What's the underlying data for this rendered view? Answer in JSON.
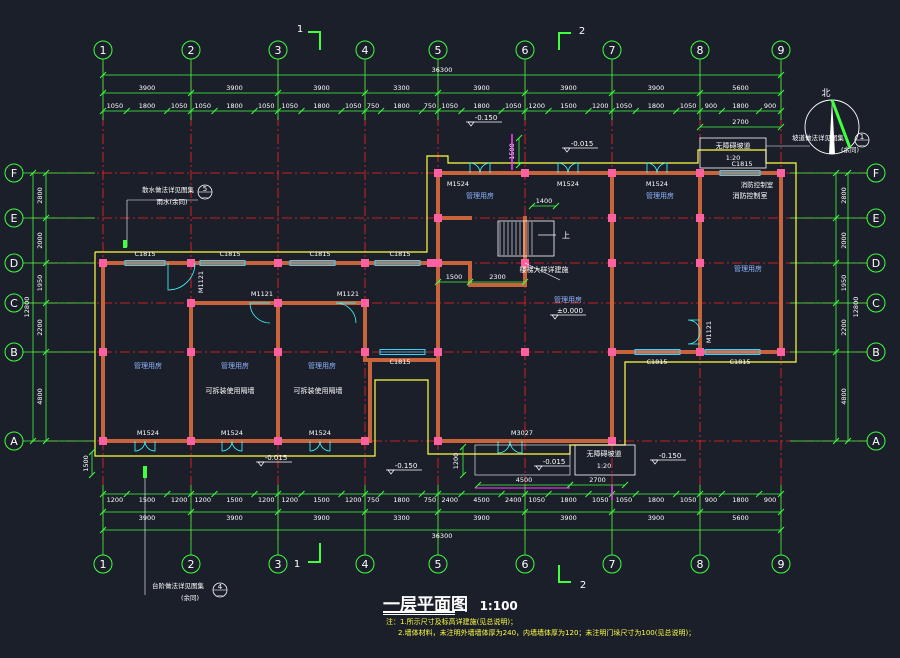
{
  "axes_top": [
    "1",
    "2",
    "3",
    "4",
    "5",
    "6",
    "7",
    "8",
    "9"
  ],
  "axes_left": [
    "F",
    "E",
    "D",
    "C",
    "B",
    "A"
  ],
  "dims": {
    "top_total": "36300",
    "top_mid": [
      "3900",
      "3900",
      "3900",
      "3300",
      "3900",
      "3900",
      "3900",
      "5600"
    ],
    "top_small": [
      "1050",
      "1800",
      "1050",
      "1050",
      "1800",
      "1050",
      "1050",
      "1800",
      "1050",
      "750",
      "1800",
      "750",
      "1050",
      "1800",
      "1050",
      "1200",
      "1500",
      "1200",
      "1050",
      "1800",
      "1050",
      "900",
      "1800",
      "900"
    ],
    "bottom_small": [
      "1200",
      "1500",
      "1200",
      "1200",
      "1500",
      "1200",
      "1200",
      "1500",
      "1200",
      "750",
      "1800",
      "750",
      "2400",
      "4500",
      "2400",
      "1050",
      "1800",
      "1050",
      "1050",
      "1800",
      "1050",
      "900",
      "1800",
      "900"
    ],
    "bottom_mid": [
      "3900",
      "3900",
      "3900",
      "3300",
      "3900",
      "3900",
      "3900",
      "5600"
    ],
    "bottom_total": "36300",
    "left_mid": [
      "2800",
      "2000",
      "1950",
      "2200",
      "4800"
    ],
    "left_total": "12800",
    "right_mid": [
      "2800",
      "2000",
      "1950",
      "2200",
      "4800"
    ],
    "right_total": "12800",
    "inner": [
      "2700",
      "1500",
      "1400",
      "1500",
      "2300",
      "1200",
      "2700"
    ],
    "misc": [
      "1500"
    ]
  },
  "doors": [
    "M1524",
    "M1524",
    "M1524",
    "M1524",
    "M1524",
    "M1524",
    "M1121",
    "M1121",
    "M1121",
    "M1121",
    "M3027"
  ],
  "windows": [
    "C1815",
    "C1815",
    "C1815",
    "C1815",
    "C1815",
    "C1815",
    "C1815",
    "C1815"
  ],
  "rooms": [
    "管理用房",
    "管理用房",
    "管理用房",
    "管理用房",
    "管理用房",
    "管理用房",
    "管理用房",
    "消防控制室"
  ],
  "partitions": [
    "可拆装使用隔墙",
    "可拆装使用隔墙"
  ],
  "levels": [
    "-0.150",
    "-0.150",
    "-0.150",
    "-0.015",
    "-0.015",
    "-0.015",
    "±0.000"
  ],
  "labels": {
    "stair": "楼梯大样详建施",
    "up": "上",
    "ramp_top": "无障碍坡道",
    "ramp_top_scale": "1:20",
    "ramp_bottom": "无障碍坡道",
    "ramp_bottom_scale": "1:20",
    "north": "北",
    "north_ref": "1",
    "note_se": "坡道做法详见图集",
    "see_ref": "(余同)",
    "downpipe": "散水做法详见图集",
    "downpipe_2": "雨水(余同)",
    "bottom_detail": "台阶做法详见图集",
    "bottom_detail_ref": "(余同)",
    "ref_num_left": "5",
    "ref_num_bottom": "4",
    "c1815_ramp": "C1815",
    "sec_top_1": "1",
    "sec_top_2": "2",
    "sec_bot_1": "1",
    "sec_bot_2": "2"
  },
  "title": {
    "main": "一层平面图",
    "scale": "1:100"
  },
  "notes": [
    "注：1.所示尺寸及标高详建施(见总说明)；",
    "2.墙体材料，未注明外墙墙体厚为240，内墙墙体厚为120；未注明门垛尺寸为100(见总说明)；"
  ],
  "colors": {
    "background": "#1b1f2a",
    "axis": "#3fff3f",
    "grid": "#ff2020",
    "wall": "#c8643c",
    "outline": "#ffff40",
    "window": "#40d0ff",
    "dimension": "#ffffff",
    "door": "#40ffff",
    "column": "#ff60a0"
  }
}
